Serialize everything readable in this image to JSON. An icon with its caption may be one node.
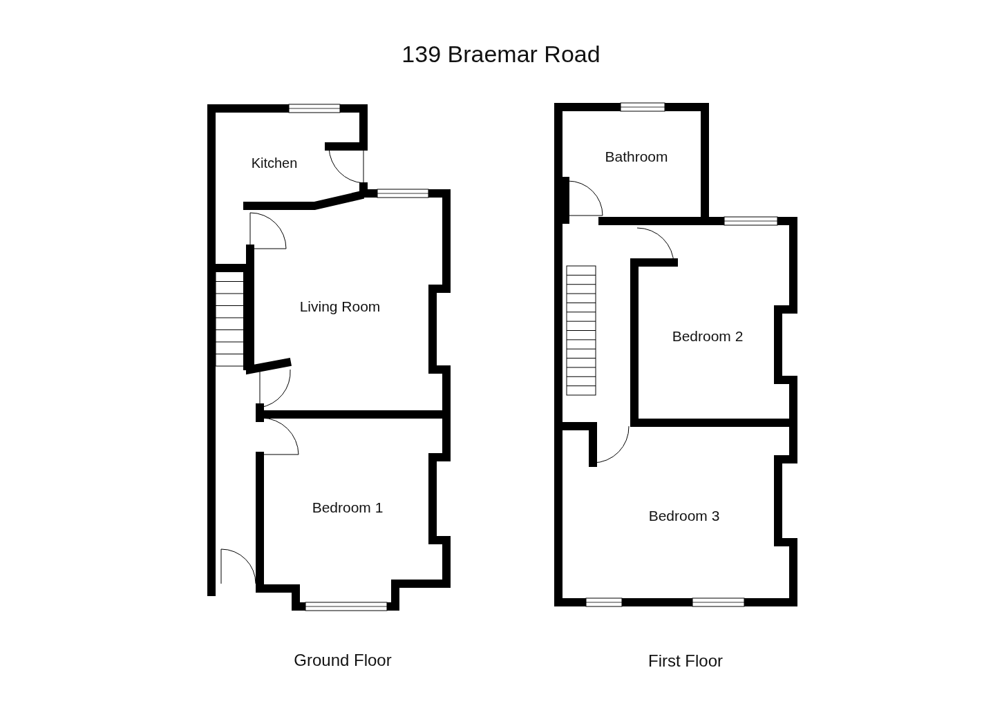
{
  "diagram": {
    "title": "139 Braemar Road",
    "labels": [
      "Kitchen",
      "Living Room",
      "Bedroom 1",
      "Bathroom",
      "Bedroom 2",
      "Bedroom 3",
      "Ground Floor",
      "First Floor"
    ]
  }
}
